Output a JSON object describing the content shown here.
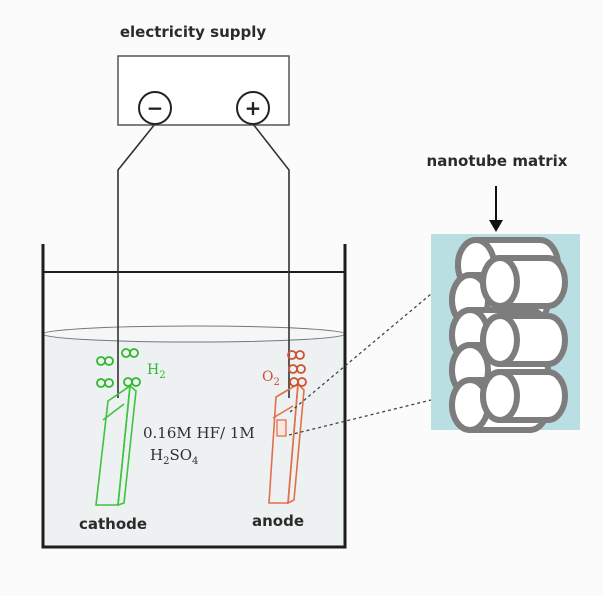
{
  "labels": {
    "supply": "electricity supply",
    "matrix": "nanotube matrix",
    "cathode": "cathode",
    "anode": "anode",
    "electrolyte_line1": "0.16M HF/ 1M",
    "electrolyte_line2_main": "H",
    "electrolyte_line2_sub": "2",
    "electrolyte_line2_rest": "SO",
    "electrolyte_line2_sub2": "4",
    "h2_main": "H",
    "h2_sub": "2",
    "o2_main": "O",
    "o2_sub": "2",
    "terminal_negative": "−",
    "terminal_positive": "+"
  },
  "colors": {
    "cathode": "#3ec43e",
    "anode": "#e0704a",
    "h2_bubbles": "#2fb82f",
    "o2_bubbles": "#d05030",
    "electrolyte": "#eef1f2",
    "matrix_bg": "#b9dfe3",
    "tube": "#7d7d7d",
    "wire": "#333333"
  }
}
